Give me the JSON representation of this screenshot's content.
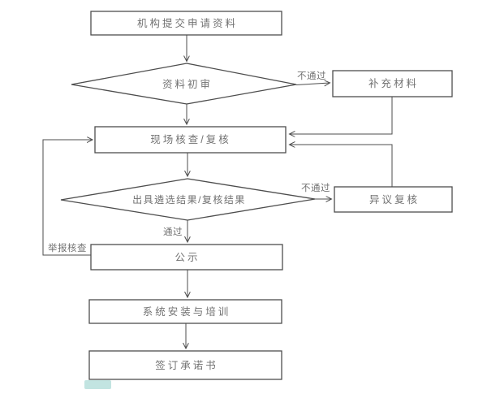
{
  "flowchart": {
    "nodes": [
      {
        "id": "submit",
        "type": "process",
        "label": "机构提交申请资料"
      },
      {
        "id": "initial-review",
        "type": "decision",
        "label": "资料初审"
      },
      {
        "id": "supplement",
        "type": "process",
        "label": "补充材料"
      },
      {
        "id": "onsite-review",
        "type": "process",
        "label": "现场核查/复核"
      },
      {
        "id": "issue-result",
        "type": "decision",
        "label": "出具遴选结果/复核结果"
      },
      {
        "id": "objection-review",
        "type": "process",
        "label": "异议复核"
      },
      {
        "id": "publicity",
        "type": "process",
        "label": "公示"
      },
      {
        "id": "install-training",
        "type": "process",
        "label": "系统安装与培训"
      },
      {
        "id": "sign-commitment",
        "type": "process",
        "label": "签订承诺书"
      }
    ],
    "edge_labels": [
      {
        "id": "fail-to-supplement",
        "label": "不通过"
      },
      {
        "id": "fail-to-objection",
        "label": "不通过"
      },
      {
        "id": "pass-to-publicity",
        "label": "通过"
      },
      {
        "id": "report-check",
        "label": "举报核查"
      }
    ],
    "colors": {
      "line": "#4d4d4d",
      "text": "#717171",
      "background": "#ffffff",
      "watermark": "#35a79c"
    }
  }
}
